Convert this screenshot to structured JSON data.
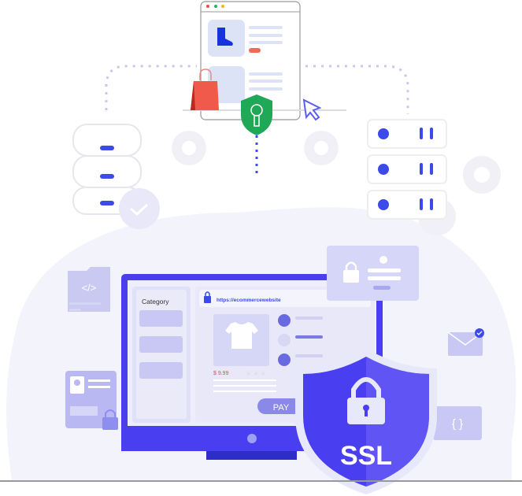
{
  "shop_window": {
    "dots": [
      "#f04a4a",
      "#22b35e",
      "#f5b400"
    ]
  },
  "website": {
    "category_title": "Category",
    "url": "https://ecommercewebsite",
    "price": "$ 9.99",
    "pay_button": "PAY"
  },
  "badge": {
    "label": "SSL"
  },
  "code_folder": {
    "symbol": "</>"
  },
  "json_card": {
    "symbol": "{ }"
  },
  "colors": {
    "primary": "#4a3ff0",
    "lavender": "#dcdcf8",
    "price": "#e84a4a",
    "shield_green": "#1fa855",
    "bag_red": "#f05a4a"
  },
  "icons": [
    "database-icon",
    "check-icon",
    "server-icon",
    "gear-icon",
    "shield-key-icon",
    "cursor-icon",
    "shopping-bag-icon",
    "boot-icon",
    "lock-icon",
    "tshirt-icon",
    "mail-icon",
    "id-card-icon",
    "code-icon"
  ]
}
